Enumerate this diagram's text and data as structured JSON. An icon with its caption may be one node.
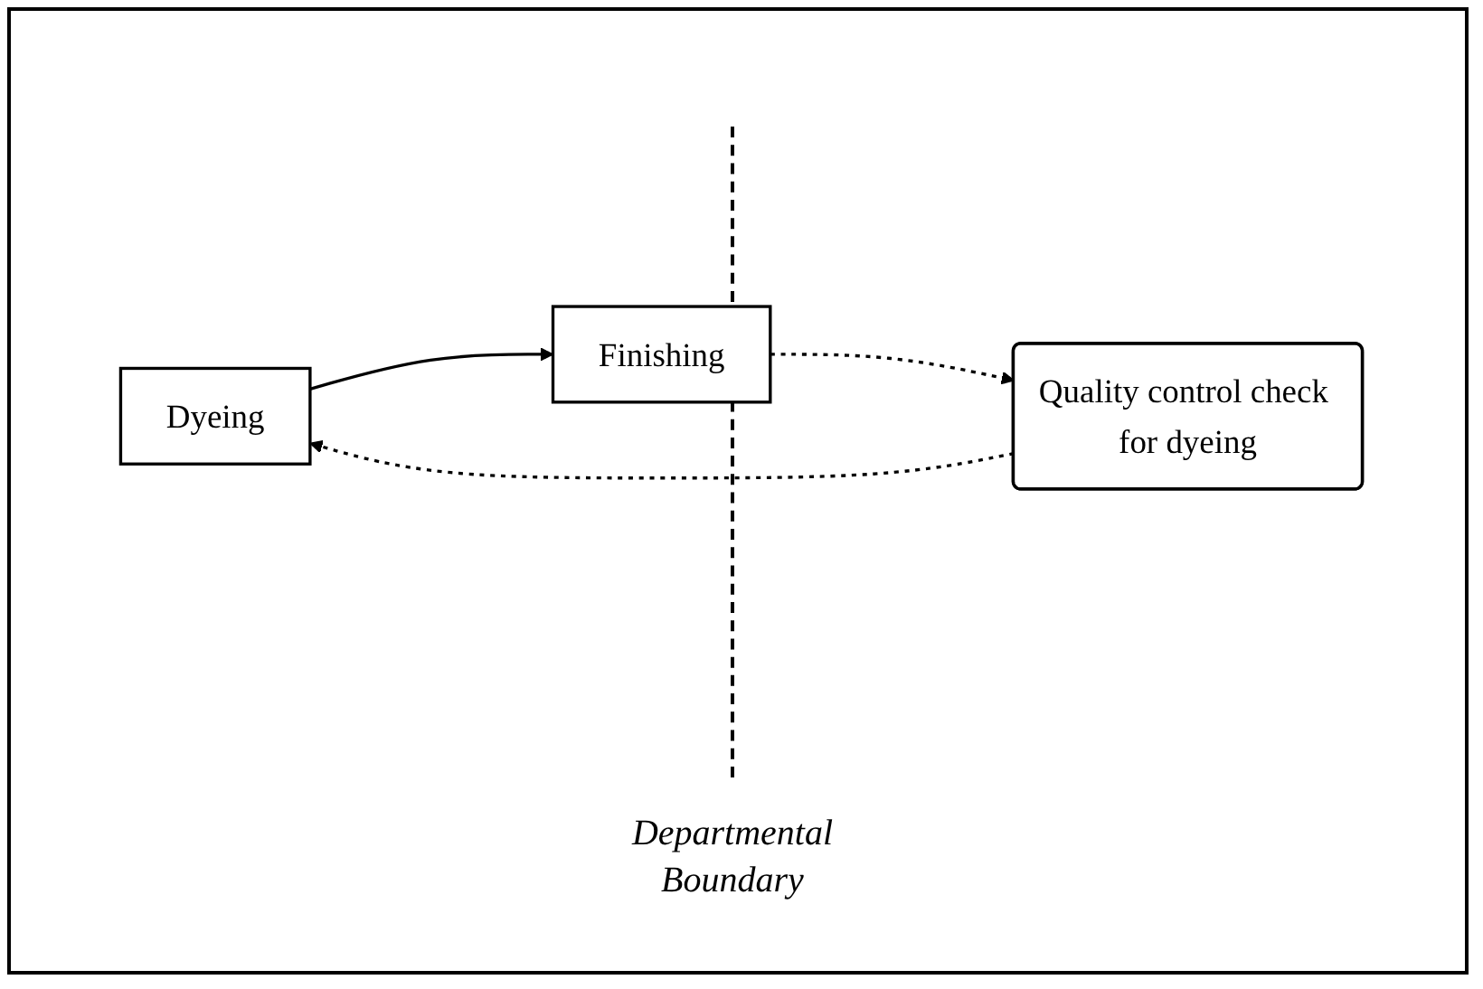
{
  "diagram": {
    "nodes": [
      {
        "text": [
          "Dyeing"
        ]
      },
      {
        "text": [
          "Finishing"
        ]
      },
      {
        "text": [
          "Quality control check for dyeing"
        ]
      }
    ],
    "edges": [
      {
        "from": 0,
        "to": 1,
        "arrow": "to"
      },
      {
        "from": 1,
        "to": 2,
        "arrow": "to",
        "style": "dashed"
      },
      {
        "from": 2,
        "to": 0,
        "arrow": "to",
        "style": "dashed"
      }
    ],
    "labels": [
      "Departmental Boundary"
    ]
  }
}
